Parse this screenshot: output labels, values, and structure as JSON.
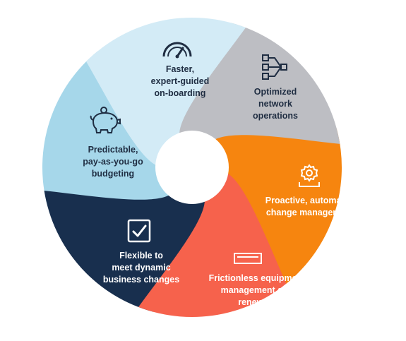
{
  "segments": [
    {
      "id": "onboarding",
      "label": "Faster,\nexpert-guided\non-boarding",
      "icon": "speedometer-icon",
      "color": "#d3ebf6"
    },
    {
      "id": "network",
      "label": "Optimized\nnetwork\noperations",
      "icon": "network-icon",
      "color": "#bdbec3"
    },
    {
      "id": "change",
      "label": "Proactive, automated\nchange management",
      "icon": "gear-icon",
      "color": "#f6850f"
    },
    {
      "id": "equipment",
      "label": "Frictionless equipment\nmanagement and\nrenewals",
      "icon": "equipment-icon",
      "color": "#f6624c"
    },
    {
      "id": "flexible",
      "label": "Flexible to\nmeet dynamic\nbusiness changes",
      "icon": "checkbox-icon",
      "color": "#182f4e"
    },
    {
      "id": "budgeting",
      "label": "Predictable,\npay-as-you-go\nbudgeting",
      "icon": "piggy-bank-icon",
      "color": "#a6d7ea"
    }
  ],
  "colors": {
    "text_dark": "#1f2d42",
    "text_light": "#ffffff",
    "icon_dark": "#1f2d42",
    "icon_light": "#ffffff"
  }
}
